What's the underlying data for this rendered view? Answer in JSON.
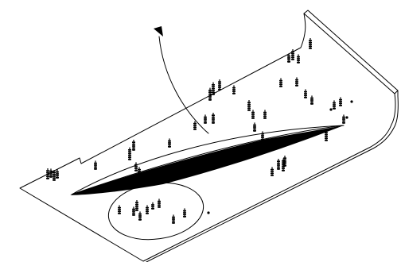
{
  "drawing": {
    "background": "#ffffff",
    "ink": "#000000",
    "line_style": "isometric technical line drawing",
    "labels": []
  },
  "parts": {
    "plate": {
      "shape": "thin plate with curved flanged right end"
    },
    "crescent": {
      "shape": "thin crescent outline"
    },
    "blade": {
      "shape": "filled black blade-shaped sliver",
      "fill": "#000000"
    },
    "ellipse": {
      "shape": "ellipse enclosing a group of features"
    },
    "arrow": {
      "shape": "curved arrow pointing up-left"
    }
  },
  "features": {
    "inside_ellipse_count": 9,
    "on_plate_count": 38
  }
}
